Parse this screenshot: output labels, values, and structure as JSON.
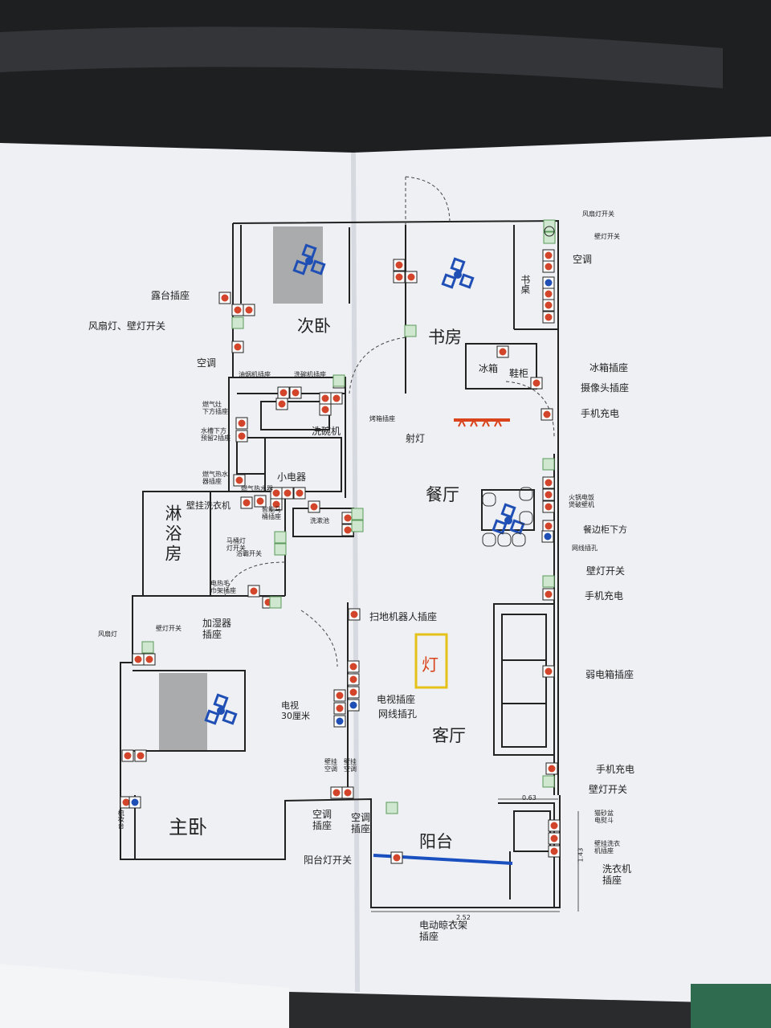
{
  "plan": {
    "rooms": {
      "second_bedroom": "次卧",
      "study": "书房",
      "dining": "餐厅",
      "shower": "淋浴房",
      "master_bedroom": "主卧",
      "living": "客厅",
      "balcony": "阳台",
      "light": "灯"
    },
    "furniture": {
      "fridge": "冰箱",
      "shoe_cabinet": "鞋柜",
      "desk": "书桌",
      "dishwasher": "洗碗机",
      "small_appliances": "小电器",
      "wash_basin": "洗漱池",
      "dresser": "梳妆台"
    },
    "callouts": {
      "fan_light_switch": "风扇灯开关",
      "wall_light_switch_study": "壁灯开关",
      "ac_study": "空调",
      "terrace_socket": "露台插座",
      "fan_wall_light_switch": "风扇灯、壁灯开关",
      "ac_second_bedroom": "空调",
      "range_hood_socket": "油烟机插座",
      "dishwasher_socket": "洗碗机插座",
      "stove_socket": "燃气灶\n下方插座",
      "oven_socket": "烤箱插座",
      "sink_sockets": "水槽下方\n预留2插座",
      "water_heater_socket": "燃气热水\n器插座",
      "water_heater": "燃气热水器",
      "wall_washer": "壁挂洗衣机",
      "smart_toilet_socket": "智能马\n桶插座",
      "toilet_light_switch": "马桶灯\n灯开关",
      "bath_heater_switch": "浴霸开关",
      "towel_rack_socket": "电热毛\n巾架插座",
      "fridge_socket": "冰箱插座",
      "camera_socket": "摄像头插座",
      "phone_charge_entry": "手机充电",
      "spotlight": "射灯",
      "hotpot_cooker": "火锅电饭\n煲破壁机",
      "sideboard_below": "餐边柜下方",
      "network_port_dining": "网线插孔",
      "wall_light_switch_dining": "壁灯开关",
      "phone_charge_dining": "手机充电",
      "robot_vacuum_socket": "扫地机器人插座",
      "weak_box_socket": "弱电箱插座",
      "fan_light": "风扇灯",
      "wall_light_switch_master": "壁灯开关",
      "humidifier_socket": "加湿器\n插座",
      "tv_socket": "电视插座",
      "network_port_tv": "网线插孔",
      "tv_height": "电视\n30厘米",
      "wall_ac_1": "壁挂\n空调",
      "wall_ac_2": "壁挂\n空调",
      "phone_charge_living": "手机充电",
      "wall_light_switch_living": "壁灯开关",
      "litter_iron": "猫砂盆\n电熨斗",
      "wall_washer_socket": "壁挂洗衣\n机插座",
      "washer_socket": "洗衣机\n插座",
      "ac_socket_1": "空调\n插座",
      "ac_socket_2": "空调\n插座",
      "balcony_light_switch": "阳台灯开关",
      "drying_rack_socket": "电动晾衣架\n插座"
    },
    "dimensions": {
      "width_top": "0.63",
      "height_right": "1.43",
      "width_bottom": "2.52"
    }
  },
  "colors": {
    "socket": "#d2452b",
    "network": "#1f4fb5",
    "switch": "#7cb77c",
    "fan": "#1f4fb5",
    "spotlight": "#d9441c",
    "light_box": "#e4c21a",
    "balcony_line": "#1a4fc0"
  }
}
